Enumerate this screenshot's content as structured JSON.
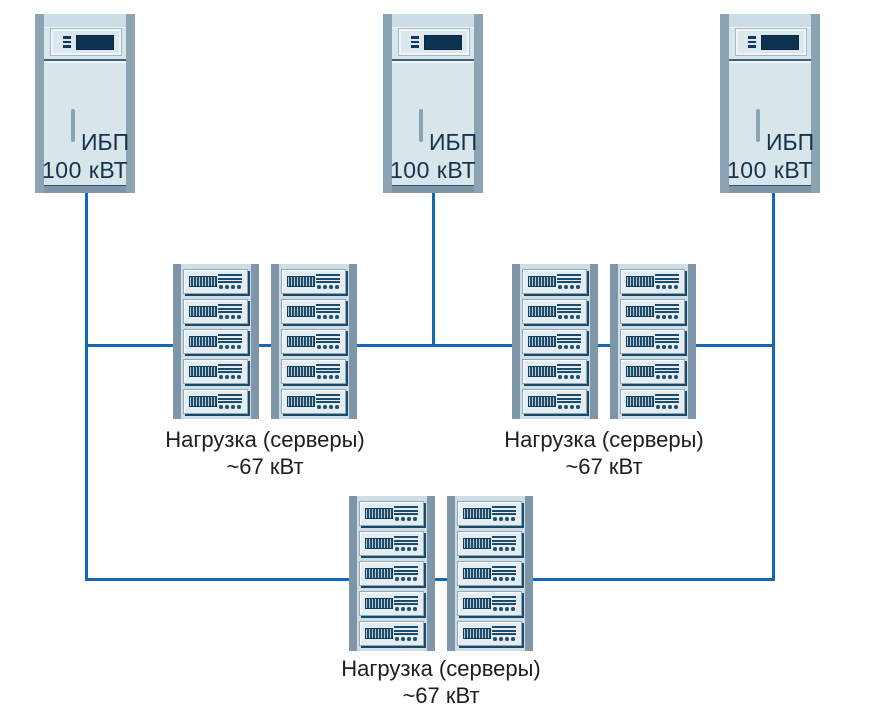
{
  "diagram": {
    "colors": {
      "line_color": "#1268b4",
      "cabinet_body": "#d8e5ea",
      "cabinet_rail": "#8ca3b3",
      "screen_navy": "#0d3350",
      "label_text": "#1e1e1e",
      "ups_text": "#15334d"
    },
    "ups_units": [
      {
        "id": "ups-1",
        "name_label": "ИБП",
        "power_label": "100 кВТ"
      },
      {
        "id": "ups-2",
        "name_label": "ИБП",
        "power_label": "100 кВТ"
      },
      {
        "id": "ups-3",
        "name_label": "ИБП",
        "power_label": "100 кВТ"
      }
    ],
    "load_groups": [
      {
        "id": "load-1",
        "label": "Нагрузка (серверы)",
        "power_label": "~67 кВт",
        "racks": 2,
        "servers_per_rack": 5
      },
      {
        "id": "load-2",
        "label": "Нагрузка (серверы)",
        "power_label": "~67 кВт",
        "racks": 2,
        "servers_per_rack": 5
      },
      {
        "id": "load-3",
        "label": "Нагрузка (серверы)",
        "power_label": "~67 кВт",
        "racks": 2,
        "servers_per_rack": 5
      }
    ]
  }
}
